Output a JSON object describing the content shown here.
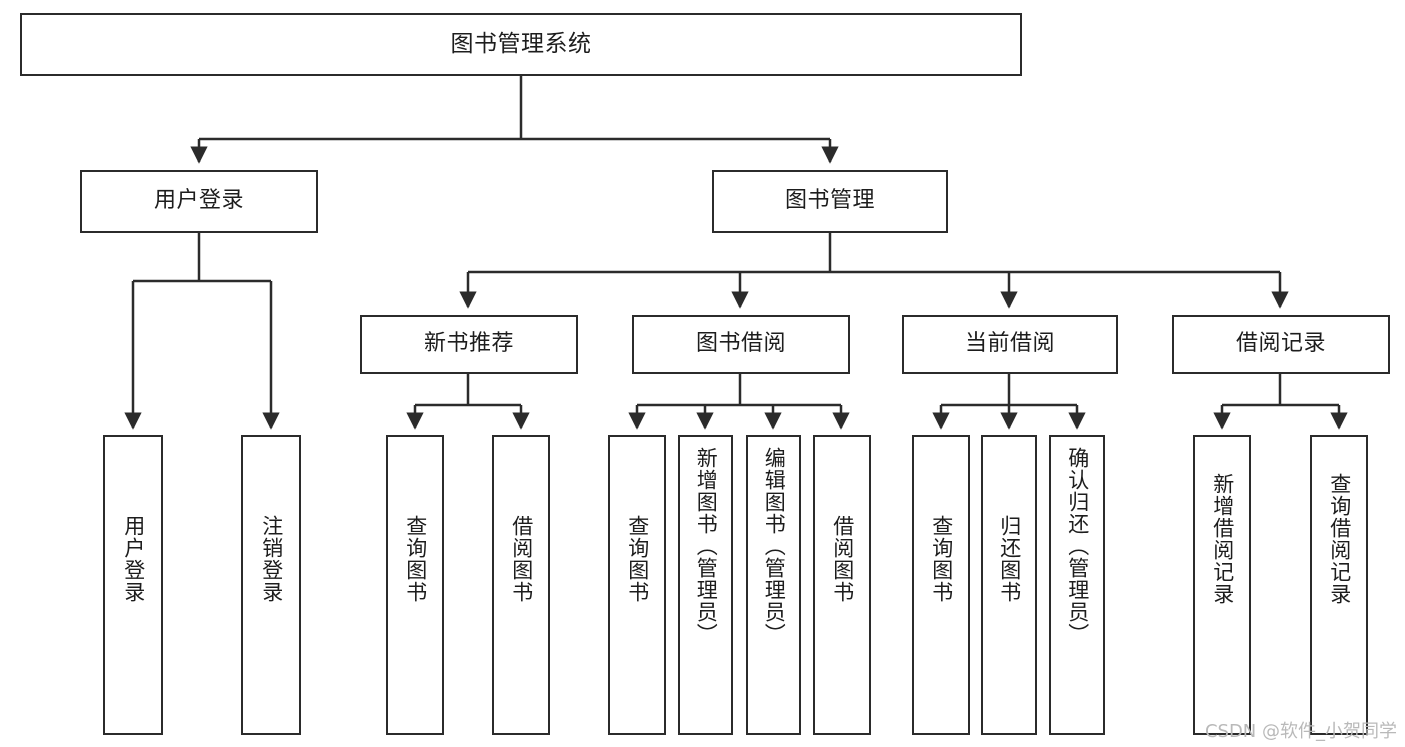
{
  "diagram": {
    "title": "图书管理系统",
    "type": "tree",
    "watermark": "CSDN @软件_小贺同学",
    "colors": {
      "stroke": "#2b2b2b",
      "fill": "#ffffff",
      "text": "#1d1d1d",
      "watermark": "#b9b9b9"
    },
    "nodes": {
      "root": {
        "label": "图书管理系统"
      },
      "level2": [
        {
          "id": "user-login",
          "label": "用户登录"
        },
        {
          "id": "book-manage",
          "label": "图书管理"
        }
      ],
      "level3": [
        {
          "id": "new-book-recommend",
          "label": "新书推荐"
        },
        {
          "id": "book-borrow",
          "label": "图书借阅"
        },
        {
          "id": "current-borrow",
          "label": "当前借阅"
        },
        {
          "id": "borrow-record",
          "label": "借阅记录"
        }
      ],
      "leaves": {
        "user-login": [
          {
            "id": "leaf-user-login",
            "label": "用户登录"
          },
          {
            "id": "leaf-logout-login",
            "label": "注销登录"
          }
        ],
        "new-book-recommend": [
          {
            "id": "leaf-query-book-1",
            "label": "查询图书"
          },
          {
            "id": "leaf-borrow-book-1",
            "label": "借阅图书"
          }
        ],
        "book-borrow": [
          {
            "id": "leaf-query-book-2",
            "label": "查询图书"
          },
          {
            "id": "leaf-add-book",
            "label": "新增图书（管理员）"
          },
          {
            "id": "leaf-edit-book",
            "label": "编辑图书（管理员）"
          },
          {
            "id": "leaf-borrow-book-2",
            "label": "借阅图书"
          }
        ],
        "current-borrow": [
          {
            "id": "leaf-query-book-3",
            "label": "查询图书"
          },
          {
            "id": "leaf-return-book",
            "label": "归还图书"
          },
          {
            "id": "leaf-confirm-return",
            "label": "确认归还（管理员）"
          }
        ],
        "borrow-record": [
          {
            "id": "leaf-add-record",
            "label": "新增借阅记录"
          },
          {
            "id": "leaf-query-record",
            "label": "查询借阅记录"
          }
        ]
      }
    }
  }
}
